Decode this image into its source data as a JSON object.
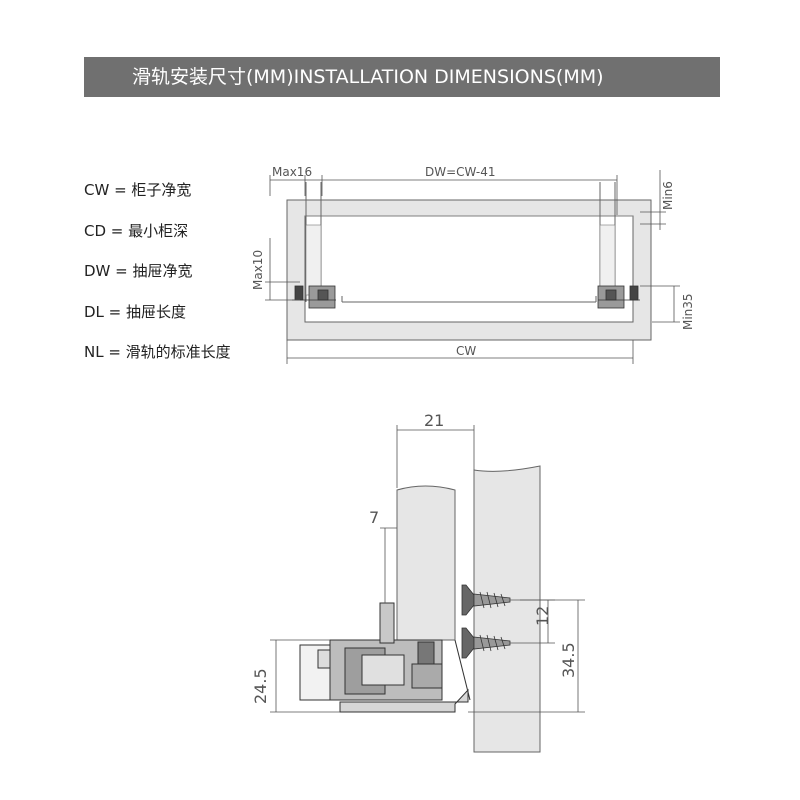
{
  "banner": {
    "title": "滑轨安装尺寸(MM)INSTALLATION DIMENSIONS(MM)"
  },
  "legend": [
    {
      "label": "CW = 柜子净宽"
    },
    {
      "label": "CD = 最小柜深"
    },
    {
      "label": "DW = 抽屉净宽"
    },
    {
      "label": "DL = 抽屉长度"
    },
    {
      "label": "NL = 滑轨的标准长度"
    }
  ],
  "top_diagram": {
    "max16": "Max16",
    "dw_formula": "DW=CW-41",
    "min6": "Min6",
    "max10": "Max10",
    "min35": "Min35",
    "cw": "CW"
  },
  "section_diagram": {
    "dim_21": "21",
    "dim_7": "7",
    "dim_12": "12",
    "dim_34_5": "34.5",
    "dim_24_5": "24.5"
  },
  "colors": {
    "banner": "#707070",
    "panel": "#e6e6e6",
    "line": "#555555"
  }
}
